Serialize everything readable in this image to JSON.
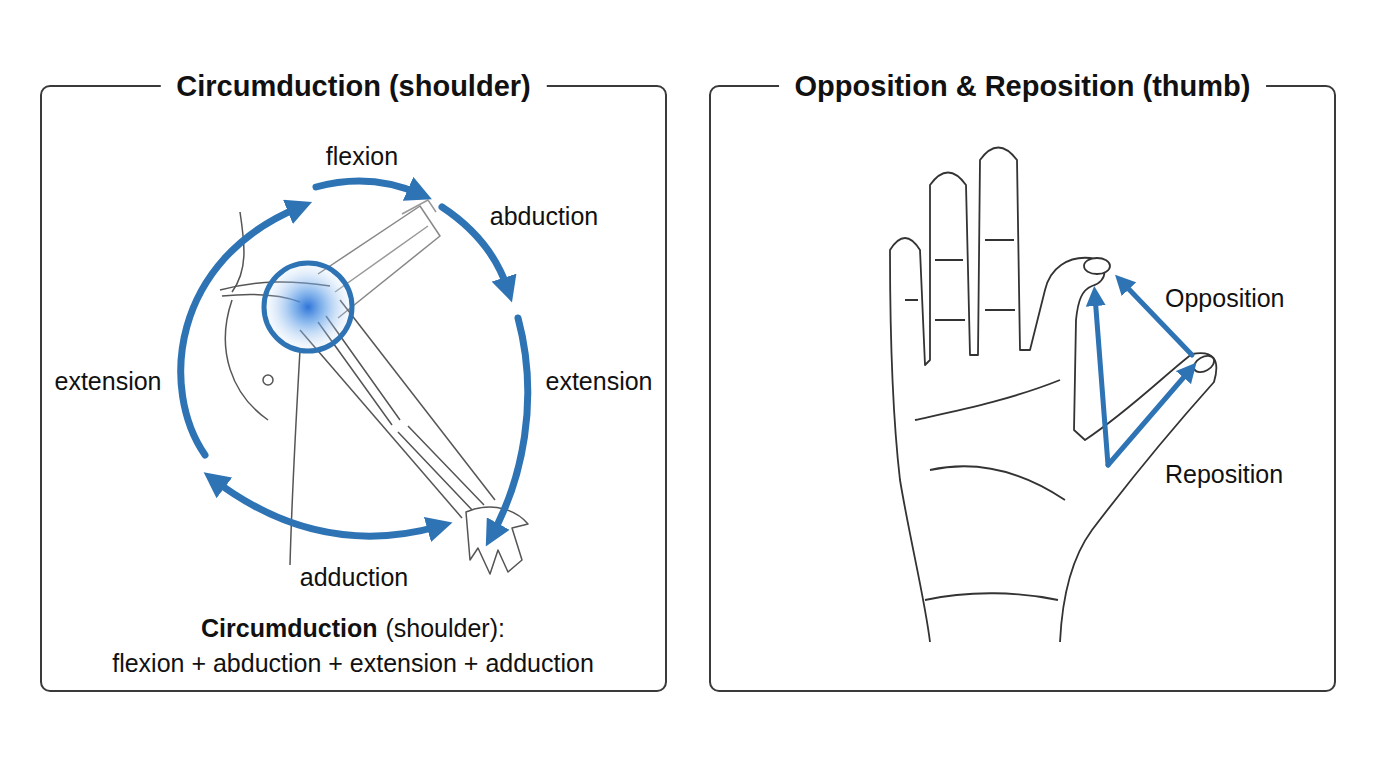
{
  "diagram": {
    "nodes": [
      {
        "text": [
          "Circumduction (shoulder)"
        ]
      },
      {
        "text": [
          "Opposition & Reposition (thumb)"
        ]
      }
    ],
    "labels": [
      "flexion",
      "abduction",
      "extension",
      "extension",
      "adduction",
      "Circumduction",
      "(shoulder):",
      "flexion + abduction + extension + adduction",
      "Opposition",
      "Reposition"
    ]
  }
}
